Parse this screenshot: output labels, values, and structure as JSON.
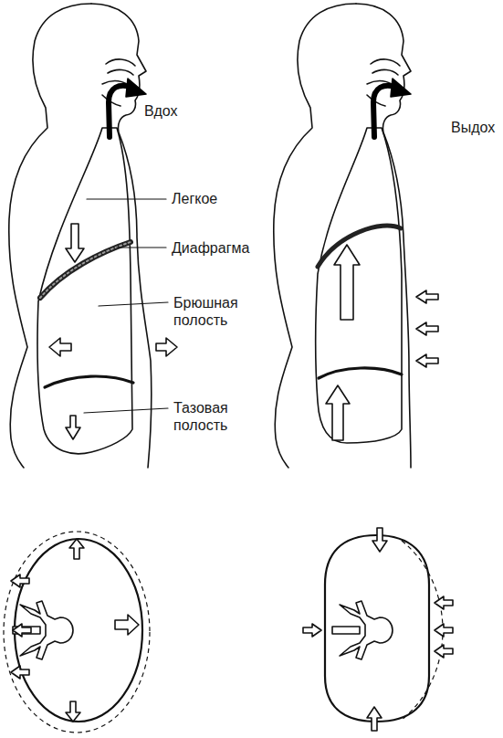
{
  "diagram": {
    "labels": [
      "Вдох",
      "Выдох",
      "Легкое",
      "Диафрагма",
      "Брюшная полость",
      "Тазовая полость"
    ]
  }
}
